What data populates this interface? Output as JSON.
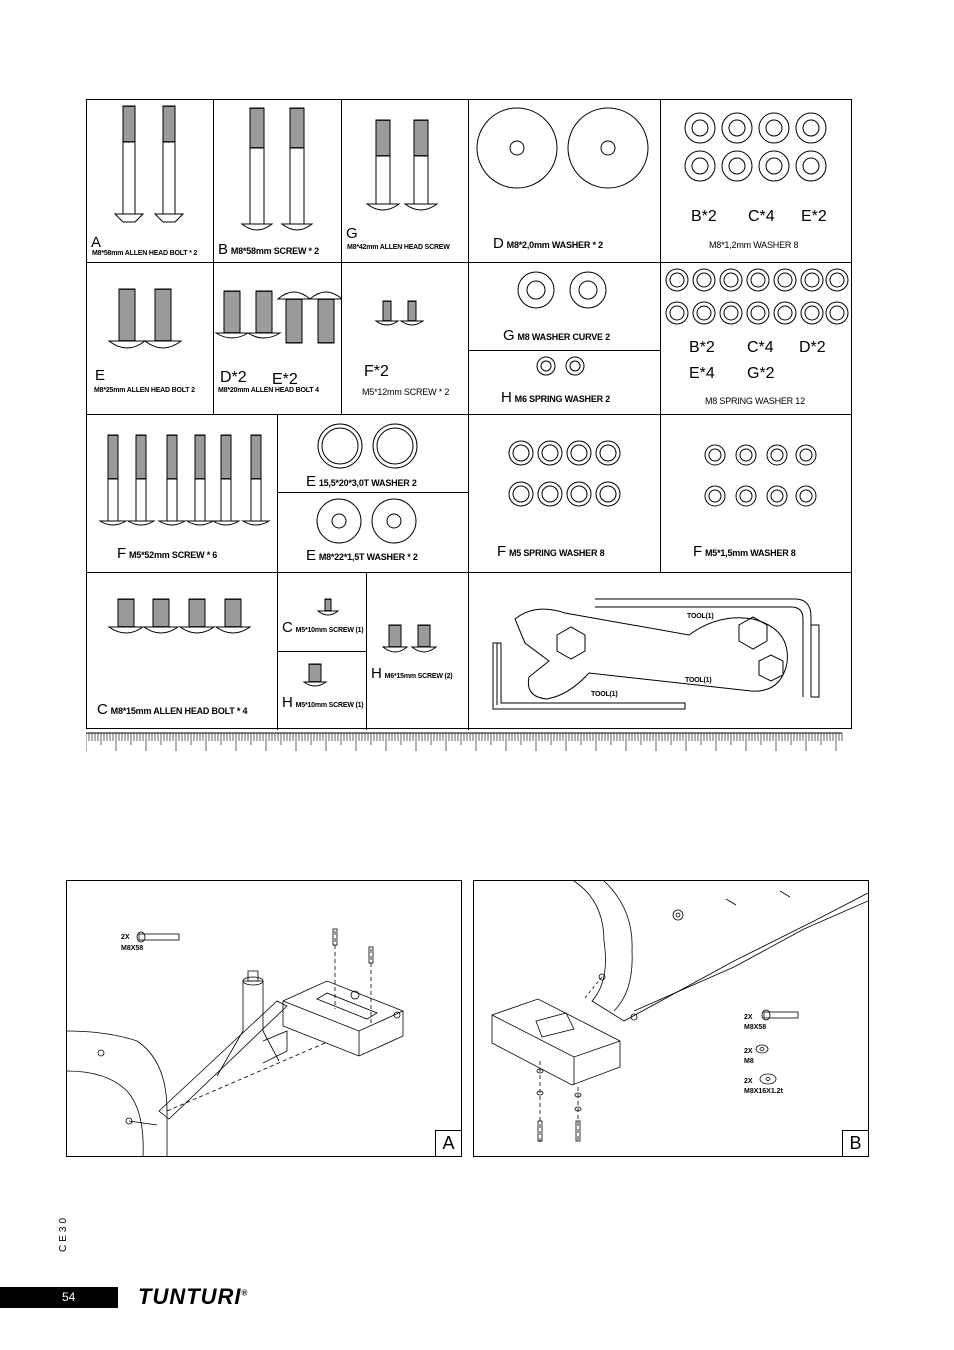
{
  "parts": {
    "a": {
      "letter": "A",
      "text": "M8*58mm ALLEN HEAD BOLT * 2"
    },
    "b": {
      "letter": "B",
      "text": "M8*58mm SCREW * 2"
    },
    "g1": {
      "letter": "G",
      "text": "M8*42mm ALLEN HEAD SCREW"
    },
    "d": {
      "letter": "D",
      "text": "M8*2,0mm WASHER * 2"
    },
    "w1": {
      "text": "M8*1,2mm WASHER 8",
      "codes": [
        "B*2",
        "C*4",
        "E*2"
      ]
    },
    "e1": {
      "letter": "E",
      "text": "M8*25mm ALLEN HEAD BOLT 2"
    },
    "de": {
      "codes": [
        "D*2",
        "E*2"
      ],
      "text": "M8*20mm ALLEN HEAD BOLT 4"
    },
    "f1": {
      "code": "F*2",
      "text": "M5*12mm SCREW * 2"
    },
    "g2": {
      "letter": "G",
      "text": "M8 WASHER CURVE 2"
    },
    "h1": {
      "letter": "H",
      "text": "M6 SPRING WASHER 2"
    },
    "sw": {
      "codes": [
        "B*2",
        "C*4",
        "D*2",
        "E*4",
        "G*2"
      ],
      "text": "M8 SPRING WASHER 12"
    },
    "f2": {
      "letter": "F",
      "text": "M5*52mm SCREW * 6"
    },
    "e2": {
      "letter": "E",
      "text": "15,5*20*3,0T WASHER 2"
    },
    "e3": {
      "letter": "E",
      "text": "M8*22*1,5T WASHER * 2"
    },
    "f3": {
      "letter": "F",
      "text": "M5 SPRING WASHER 8"
    },
    "f4": {
      "letter": "F",
      "text": "M5*1,5mm WASHER 8"
    },
    "c1": {
      "letter": "C",
      "text": "M8*15mm ALLEN HEAD BOLT * 4"
    },
    "c2": {
      "letter": "C",
      "text": "M5*10mm SCREW (1)"
    },
    "h2": {
      "letter": "H",
      "text": "M5*10mm SCREW (1)"
    },
    "h3": {
      "letter": "H",
      "text": "M6*15mm SCREW (2)"
    },
    "tools": [
      "TOOL(1)",
      "TOOL(1)",
      "TOOL(1)"
    ]
  },
  "panel_a": {
    "letter": "A",
    "qty": "2X",
    "spec": "M8X58"
  },
  "panel_b": {
    "letter": "B",
    "items": [
      {
        "qty": "2X",
        "spec": "M8X58"
      },
      {
        "qty": "2X",
        "spec": "M8"
      },
      {
        "qty": "2X",
        "spec": "M8X16X1.2t"
      }
    ]
  },
  "footer": {
    "page_number": "54",
    "brand": "TUNTURI",
    "registered": "®",
    "model": "CE30"
  }
}
